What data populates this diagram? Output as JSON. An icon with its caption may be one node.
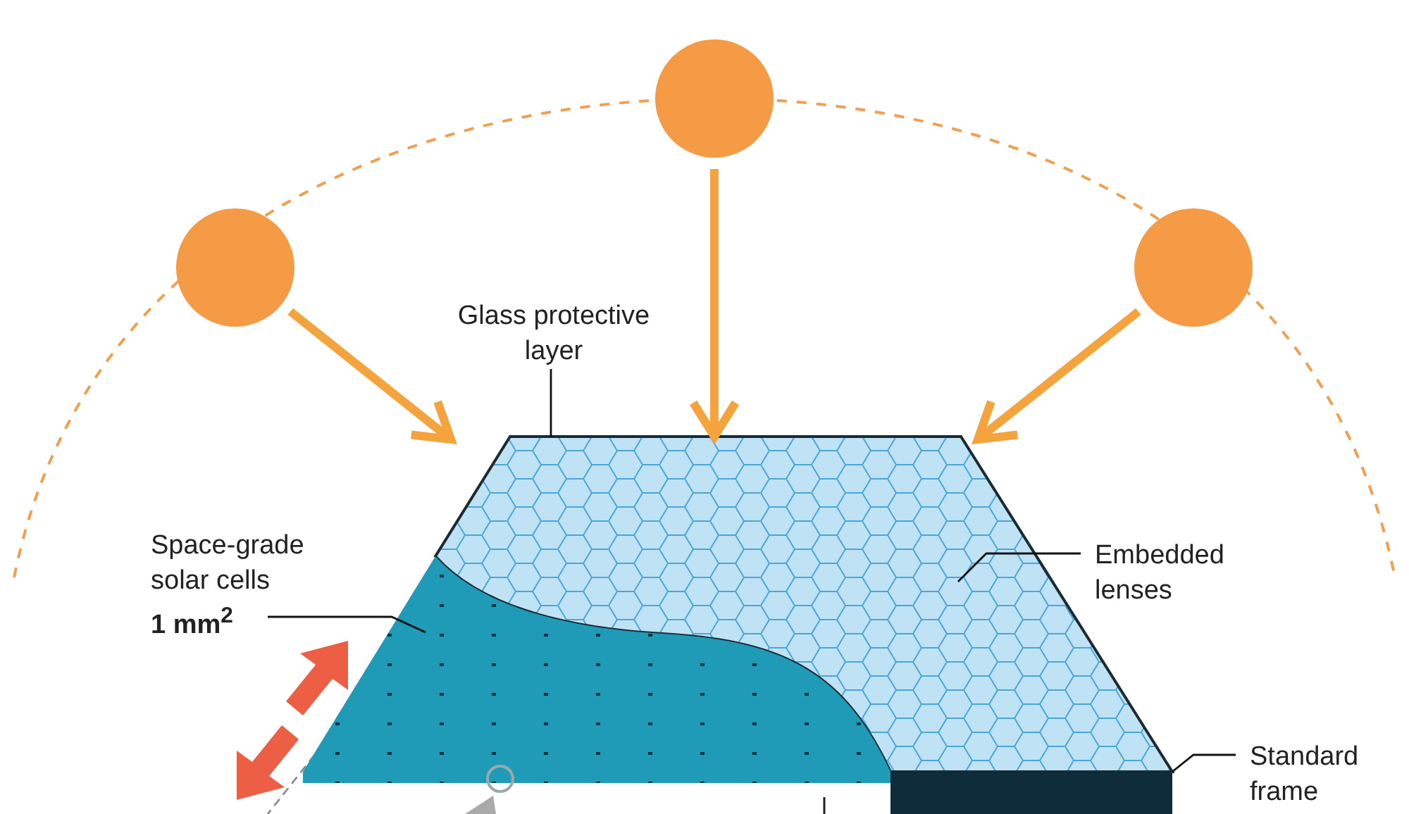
{
  "diagram": {
    "nodes": [
      {
        "text": [],
        "shape": "circle"
      },
      {
        "text": [],
        "shape": "circle"
      },
      {
        "text": [],
        "shape": "circle"
      },
      {
        "text": [
          "Glass protective layer"
        ]
      },
      {
        "text": [],
        "shape": "picture"
      },
      {
        "text": [
          "Space-grade solar cells",
          "1 mm$^{2}$"
        ]
      },
      {
        "text": [],
        "shape": "picture"
      },
      {
        "text": [
          "Embedded lenses"
        ]
      },
      {
        "text": [
          "Standard frame"
        ]
      },
      {
        "text": [],
        "shape": "bar"
      }
    ],
    "edges": [
      {
        "from": 0,
        "to": 4,
        "arrow": "to",
        "style": "thick",
        "color": "#f5a33c"
      },
      {
        "from": 1,
        "to": 4,
        "arrow": "to",
        "style": "thick",
        "color": "#f5a33c"
      },
      {
        "from": 2,
        "to": 4,
        "arrow": "to",
        "style": "thick",
        "color": "#f5a33c"
      },
      {
        "from": 3,
        "to": 4,
        "arrow": "none"
      },
      {
        "from": 5,
        "to": 6,
        "arrow": "none"
      },
      {
        "from": 7,
        "to": 4,
        "arrow": "none"
      },
      {
        "from": 8,
        "to": 9,
        "arrow": "none"
      }
    ]
  }
}
